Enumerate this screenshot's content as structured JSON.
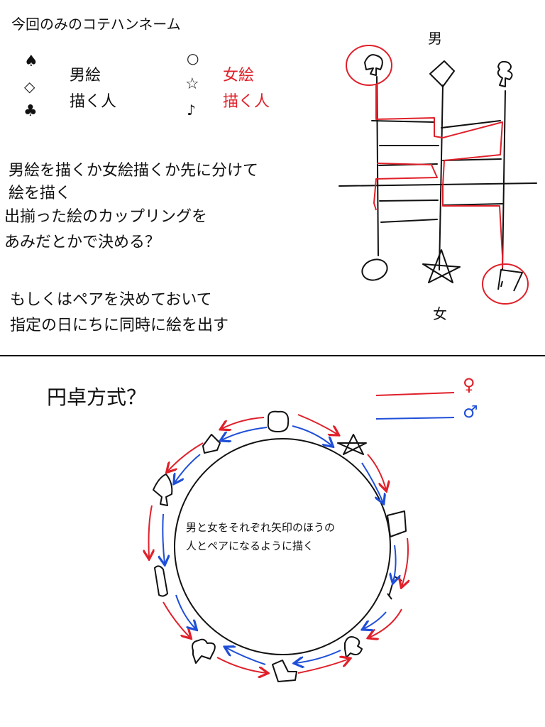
{
  "top": {
    "title": "今回のみのコテハンネーム",
    "symbols_left": [
      "♠",
      "◇",
      "♣"
    ],
    "group_left_line1": "男絵",
    "group_left_line2": "描く人",
    "symbols_right": [
      "○",
      "☆",
      "♪"
    ],
    "group_right_line1": "女絵",
    "group_right_line2": "描く人",
    "paragraph1": [
      "男絵を描くか女絵描くか先に分けて",
      "絵を描く",
      "出揃った絵のカップリングを",
      "あみだとかで決める？"
    ],
    "paragraph2": [
      "もしくはペアを決めておいて",
      "指定の日にちに同時に絵を出す"
    ],
    "amida_label_top": "男",
    "amida_label_bottom": "女"
  },
  "bottom": {
    "title": "円卓方式？",
    "legend_female_symbol": "♀",
    "legend_male_symbol": "♂",
    "center_text_line1": "男と女をそれぞれ矢印のほうの",
    "center_text_line2": "人とペアになるように描く"
  },
  "colors": {
    "red": "#e0202a",
    "blue": "#1f4fd8",
    "ink": "#111111"
  }
}
